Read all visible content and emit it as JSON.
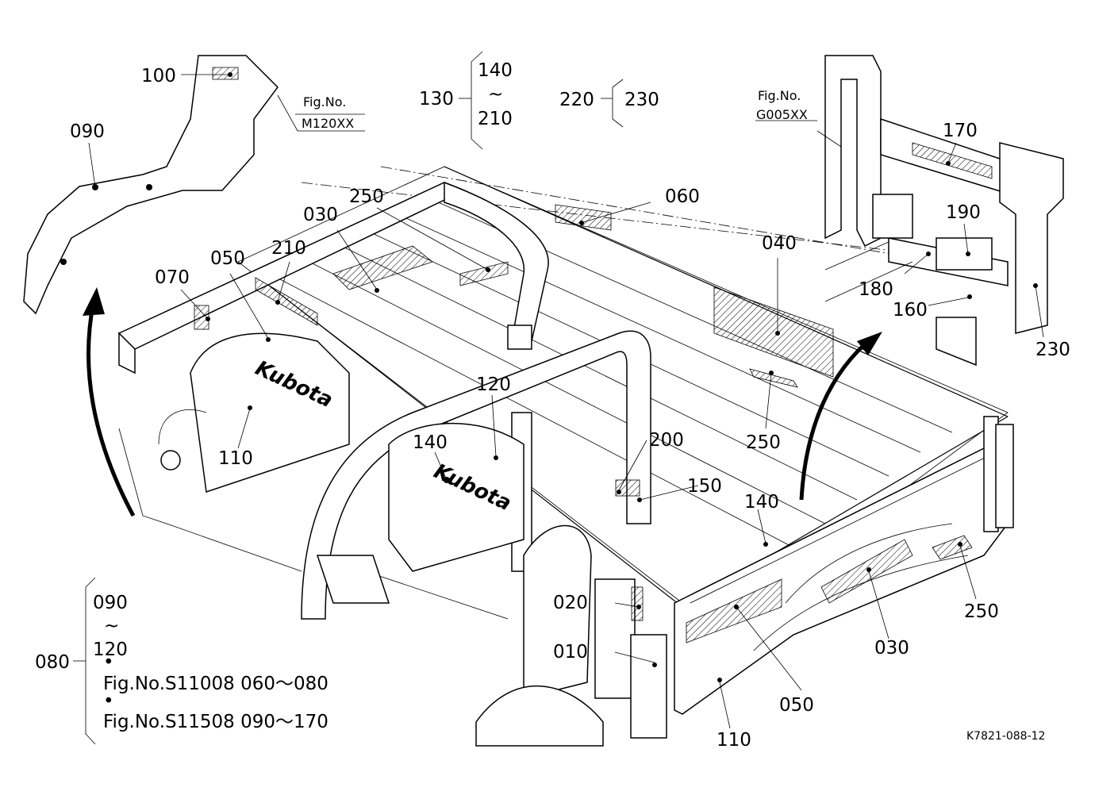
{
  "callouts": {
    "c100": "100",
    "c090": "090",
    "c130": "130",
    "c140_top": "140",
    "c210_top": "210",
    "c220": "220",
    "c230_top": "230",
    "c170": "170",
    "c190": "190",
    "c180": "180",
    "c160": "160",
    "c230_right": "230",
    "c060": "060",
    "c250_top": "250",
    "c030_top": "030",
    "c050_left": "050",
    "c210_left": "210",
    "c070": "070",
    "c040": "040",
    "c110_left": "110",
    "c120": "120",
    "c140_mid": "140",
    "c200": "200",
    "c250_mid": "250",
    "c150": "150",
    "c140_right": "140",
    "c250_right": "250",
    "c020": "020",
    "c010": "010",
    "c030_bottom": "030",
    "c050_bottom": "050",
    "c110_bottom": "110",
    "c080": "080",
    "c090_bottom": "090",
    "c120_bottom": "120"
  },
  "tilde": "~",
  "bullet": "•",
  "fig_refs": {
    "m_label": "Fig.No.",
    "m_code": "M120XX",
    "g_label": "Fig.No.",
    "g_code": "G005XX",
    "s1": "Fig.No.S11008  060～080",
    "s2": "Fig.No.S11508  090～170"
  },
  "logo_text": "Kubota",
  "drawing_code": "K7821-088-12"
}
